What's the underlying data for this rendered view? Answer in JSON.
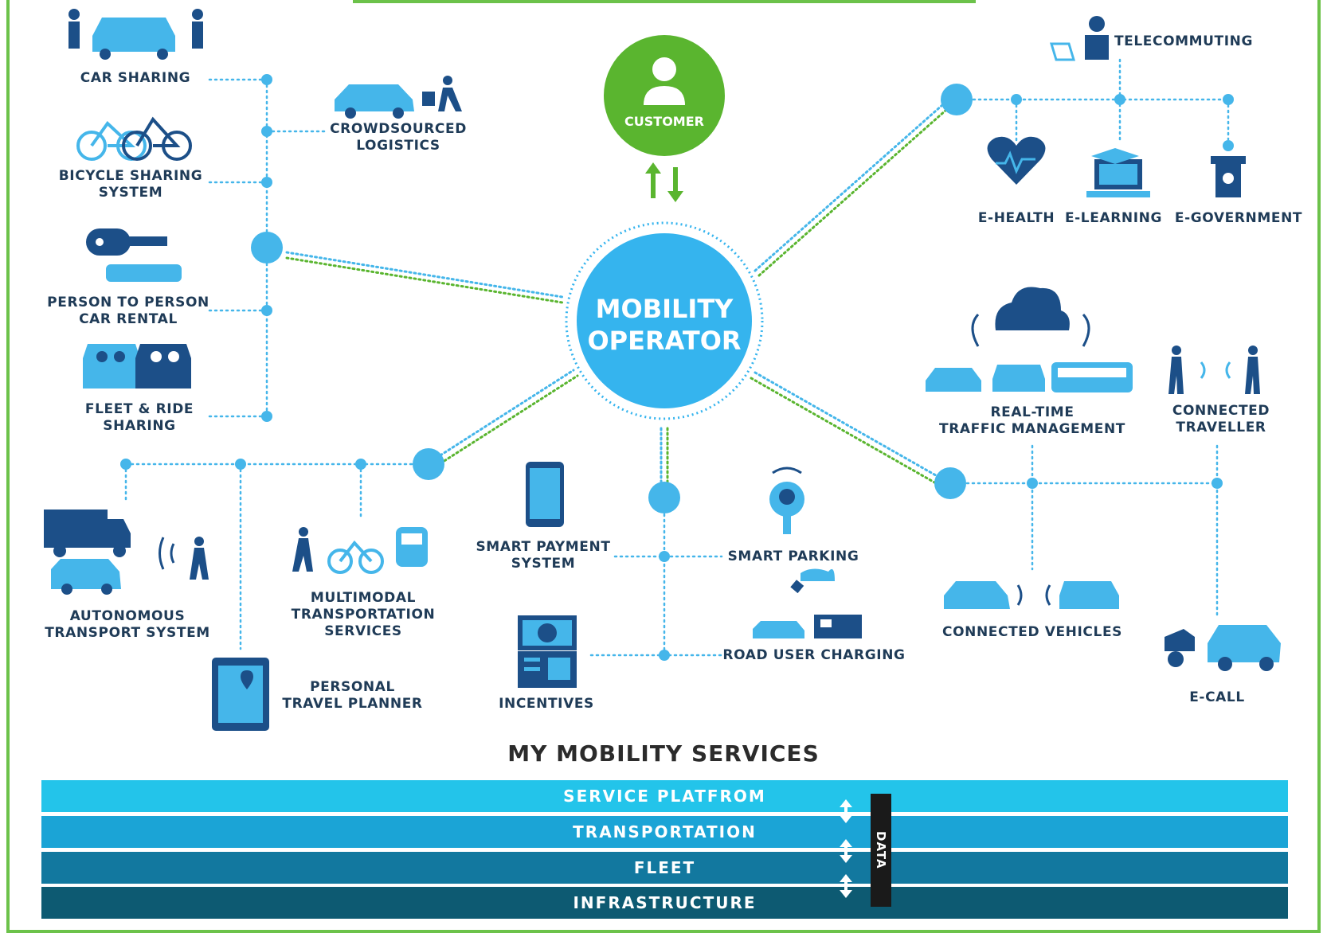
{
  "center": {
    "line1": "MOBILITY",
    "line2": "OPERATOR"
  },
  "customer": {
    "label": "CUSTOMER"
  },
  "services_left": {
    "car_sharing": "CAR SHARING",
    "crowdsourced_logistics": "CROWDSOURCED\nLOGISTICS",
    "bicycle_sharing": "BICYCLE SHARING\nSYSTEM",
    "p2p_rental": "PERSON TO PERSON\nCAR RENTAL",
    "fleet_ride_sharing": "FLEET & RIDE\nSHARING"
  },
  "services_bottom_left": {
    "autonomous": "AUTONOMOUS\nTRANSPORT SYSTEM",
    "multimodal": "MULTIMODAL\nTRANSPORTATION\nSERVICES",
    "travel_planner": "PERSONAL\nTRAVEL PLANNER"
  },
  "services_bottom_center": {
    "smart_payment": "SMART PAYMENT\nSYSTEM",
    "smart_parking": "SMART PARKING",
    "incentives": "INCENTIVES",
    "road_user_charging": "ROAD USER CHARGING"
  },
  "services_top_right": {
    "telecommuting": "TELECOMMUTING",
    "ehealth": "E-HEALTH",
    "elearning": "E-LEARNING",
    "egovernment": "E-GOVERNMENT"
  },
  "services_right": {
    "traffic_mgmt": "REAL-TIME\nTRAFFIC MANAGEMENT",
    "connected_traveller": "CONNECTED\nTRAVELLER",
    "connected_vehicles": "CONNECTED VEHICLES",
    "ecall": "E-CALL"
  },
  "title": "MY MOBILITY SERVICES",
  "layers": [
    "SERVICE PLATFROM",
    "TRANSPORTATION",
    "FLEET",
    "INFRASTRUCTURE"
  ],
  "data_label": "DATA",
  "colors": {
    "hub": "#35b4ee",
    "customer": "#5ab52f",
    "dark_icon": "#1c4f88",
    "light_icon": "#45b6ea",
    "layer1": "#23c4ea",
    "layer2": "#1ba4d6",
    "layer3": "#12789f",
    "layer4": "#0d5a72",
    "frame": "#6cc24a"
  }
}
